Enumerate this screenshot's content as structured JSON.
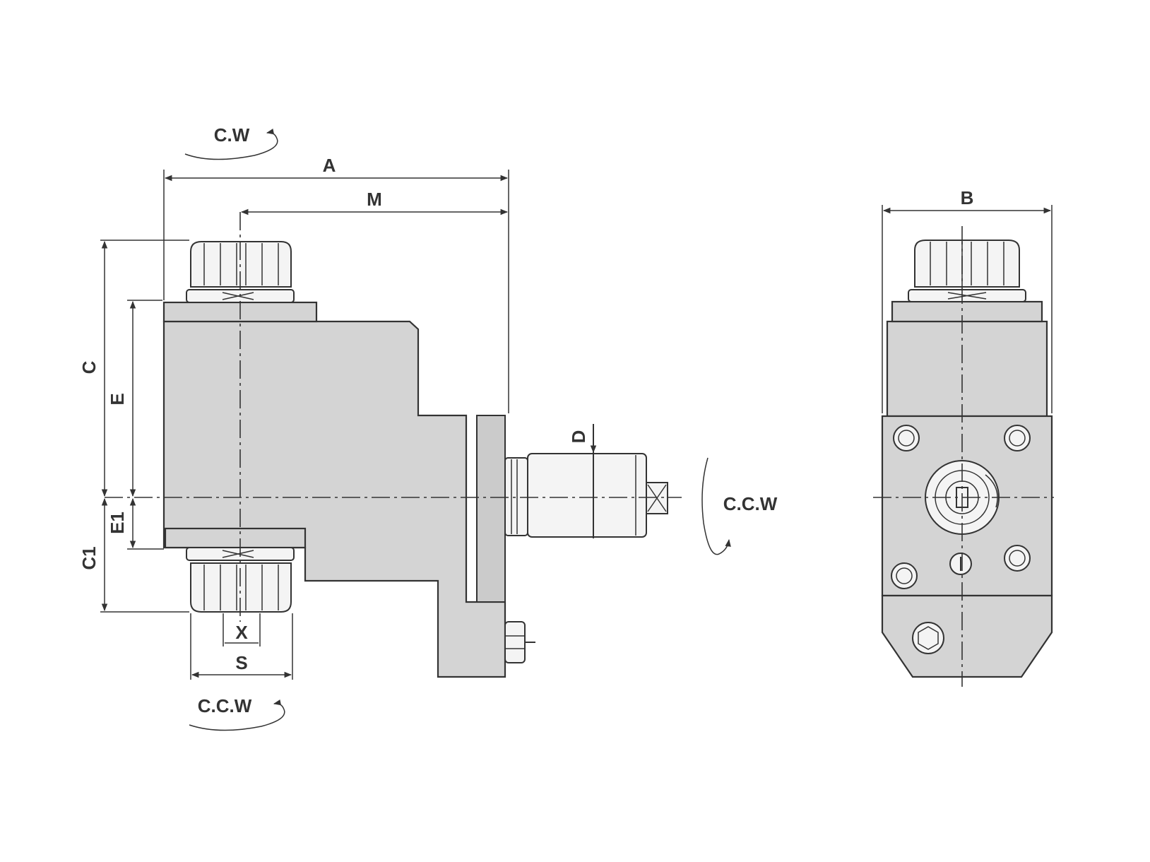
{
  "labels": {
    "a": "A",
    "m": "M",
    "b": "B",
    "c": "C",
    "e": "E",
    "e1": "E1",
    "c1": "C1",
    "d": "D",
    "x": "X",
    "s": "S",
    "cw_top": "C.W",
    "ccw_bottom": "C.C.W",
    "ccw_right": "C.C.W"
  },
  "colors": {
    "line": "#333333",
    "body_fill": "#d4d4d4",
    "background": "#ffffff"
  }
}
